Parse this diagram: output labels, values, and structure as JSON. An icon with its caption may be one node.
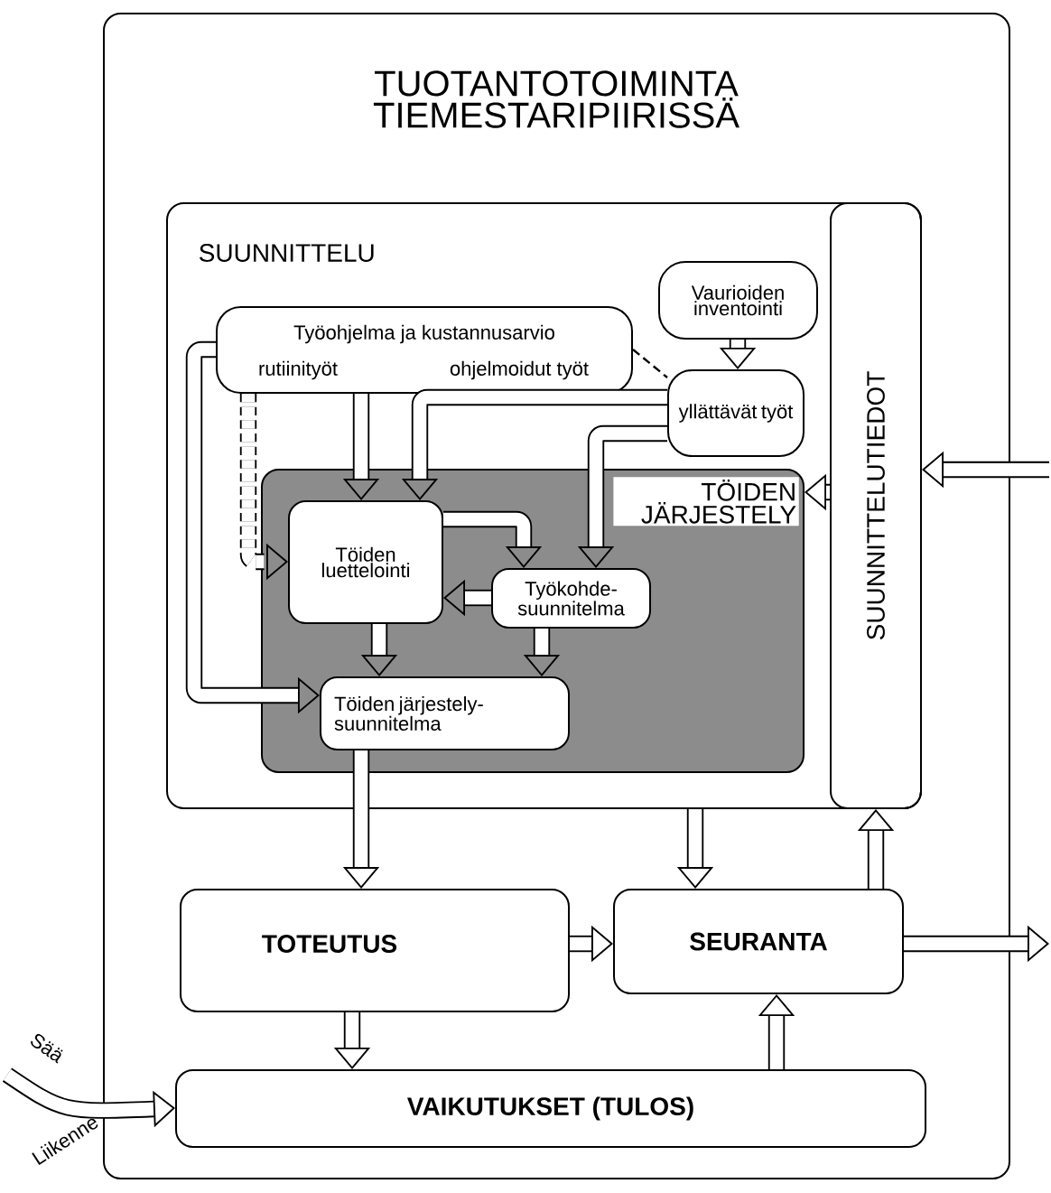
{
  "diagram": {
    "nodes": [
      {
        "text": [
          "TUOTANTOTOIMINTA TIEMESTARIPIIRISSÄ"
        ]
      },
      {
        "text": [
          "SUUNNITTELU"
        ],
        "in": 0
      },
      {
        "text": [
          "Työohjelma ja kustannusarvio",
          "rutiinityöt",
          "ohjelmoidut työt"
        ],
        "in": 1
      },
      {
        "text": [
          "Vaurioiden inventointi"
        ],
        "in": 1
      },
      {
        "text": [
          "yllättävät työt"
        ],
        "in": 1
      },
      {
        "text": [
          "TÖIDEN JÄRJESTELY"
        ],
        "in": 1
      },
      {
        "text": [
          "Töiden luettelointi"
        ],
        "in": 5
      },
      {
        "text": [
          "Työkohde-suunnitelma"
        ],
        "in": 5
      },
      {
        "text": [
          "Töiden järjestely-suunnitelma"
        ],
        "in": 5
      },
      {
        "text": [
          "SUUNNITTELUTIEDOT"
        ],
        "in": 1
      },
      {
        "text": [
          "TOTEUTUS"
        ],
        "in": 0
      },
      {
        "text": [
          "SEURANTA"
        ],
        "in": 0
      },
      {
        "text": [
          "VAIKUTUKSET (TULOS)"
        ],
        "in": 0
      }
    ],
    "edges": [
      {
        "from": 2,
        "to": 6,
        "arrow": "to"
      },
      {
        "from": 2,
        "to": 6,
        "arrow": "to",
        "style": "dashed"
      },
      {
        "from": 2,
        "to": 8,
        "arrow": "to"
      },
      {
        "from": 4,
        "to": 6,
        "arrow": "to"
      },
      {
        "from": 4,
        "to": 7,
        "arrow": "to"
      },
      {
        "from": 2,
        "to": 4,
        "arrow": "none",
        "style": "dashed"
      },
      {
        "from": 3,
        "to": 4,
        "arrow": "to"
      },
      {
        "from": 6,
        "to": 7,
        "arrow": "to"
      },
      {
        "from": 7,
        "to": 6,
        "arrow": "to"
      },
      {
        "from": 6,
        "to": 8,
        "arrow": "to"
      },
      {
        "from": 7,
        "to": 8,
        "arrow": "to"
      },
      {
        "from": 9,
        "to": 5,
        "arrow": "to"
      },
      {
        "from": null,
        "to": 9,
        "arrow": "to"
      },
      {
        "from": 8,
        "to": 10,
        "arrow": "to"
      },
      {
        "from": 1,
        "to": 11,
        "arrow": "to"
      },
      {
        "from": 10,
        "to": 11,
        "arrow": "to"
      },
      {
        "from": 10,
        "to": 12,
        "arrow": "to"
      },
      {
        "from": 12,
        "to": 11,
        "arrow": "to"
      },
      {
        "from": 11,
        "to": 9,
        "arrow": "to"
      },
      {
        "from": 11,
        "to": null,
        "arrow": "to"
      },
      {
        "from": null,
        "to": 12,
        "arrow": "to"
      }
    ],
    "labels": [
      "Sää",
      "Liikenne"
    ]
  }
}
